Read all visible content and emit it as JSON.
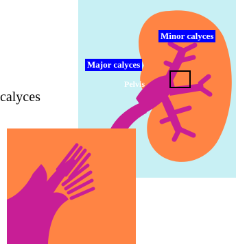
{
  "page_caption_fragment": "calyces",
  "kidney_diagram": {
    "labels": {
      "minor_calyces": "Minor calyces",
      "major_calyces": "Major calyces",
      "pelvis": "Pelvis"
    },
    "colors": {
      "background": "#c8f0f4",
      "kidney_tissue": "#ff8444",
      "collecting_system": "#c81e96",
      "label_box": "#0000ff",
      "label_text": "#ffffff",
      "zoom_box_outline": "#000000"
    }
  },
  "zoom_inset": {
    "colors": {
      "background": "#ff8444",
      "collecting_system": "#c81e96"
    }
  }
}
